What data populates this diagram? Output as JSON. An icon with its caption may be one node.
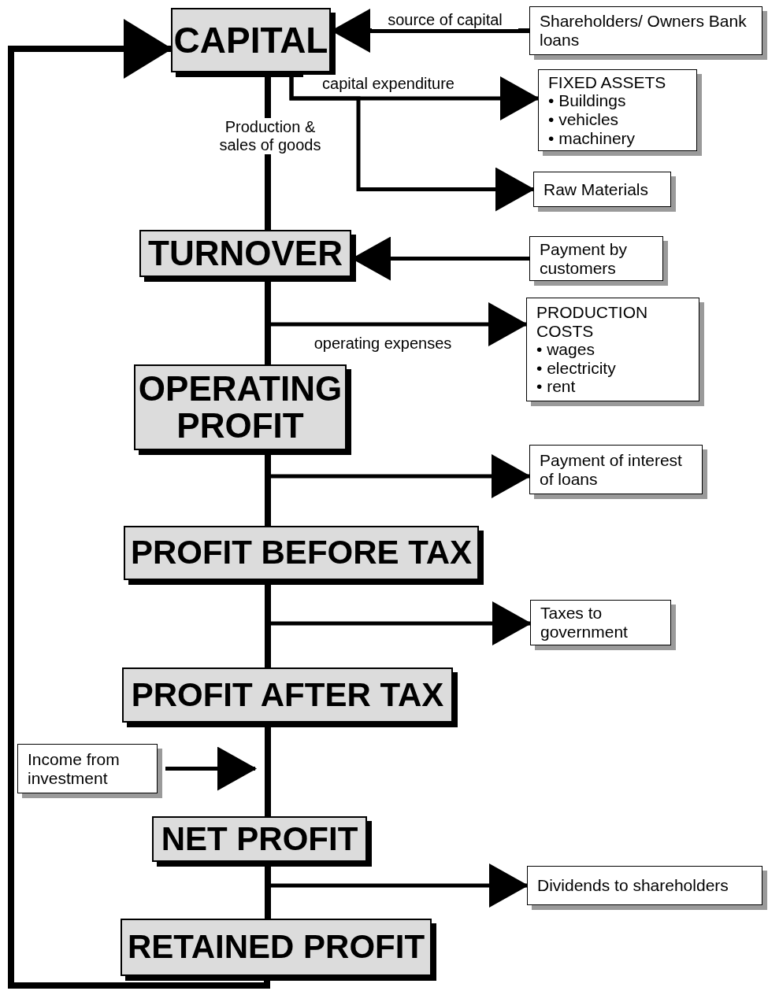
{
  "diagram": {
    "nodes": [
      {
        "text": [
          "CAPITAL"
        ]
      },
      {
        "text": [
          "Shareholders/ Owners Bank loans"
        ]
      },
      {
        "text": [
          "FIXED ASSETS",
          "• Buildings",
          "• vehicles",
          "• machinery"
        ]
      },
      {
        "text": [
          "Raw Materials"
        ]
      },
      {
        "text": [
          "TURNOVER"
        ]
      },
      {
        "text": [
          "Payment by customers"
        ]
      },
      {
        "text": [
          "PRODUCTION COSTS",
          "• wages",
          "• electricity",
          "• rent"
        ]
      },
      {
        "text": [
          "OPERATING PROFIT"
        ]
      },
      {
        "text": [
          "Payment of interest of loans"
        ]
      },
      {
        "text": [
          "PROFIT BEFORE TAX"
        ]
      },
      {
        "text": [
          "Taxes to government"
        ]
      },
      {
        "text": [
          "PROFIT AFTER TAX"
        ]
      },
      {
        "text": [
          "Income from investment"
        ]
      },
      {
        "text": [
          "NET PROFIT"
        ]
      },
      {
        "text": [
          "Dividends to shareholders"
        ]
      },
      {
        "text": [
          "RETAINED PROFIT"
        ]
      }
    ],
    "edges": [
      {
        "from": 1,
        "to": 0,
        "arrow": "to",
        "label": "source of capital"
      },
      {
        "from": 0,
        "to": 2,
        "arrow": "to",
        "label": "capital expenditure"
      },
      {
        "from": 0,
        "to": 3,
        "arrow": "to"
      },
      {
        "from": 0,
        "to": 4,
        "arrow": "none",
        "label": "Production & sales of goods"
      },
      {
        "from": 5,
        "to": 4,
        "arrow": "to"
      },
      {
        "from": 4,
        "to": 6,
        "arrow": "to",
        "label": "operating expenses"
      },
      {
        "from": 4,
        "to": 7,
        "arrow": "none"
      },
      {
        "from": 7,
        "to": 8,
        "arrow": "to"
      },
      {
        "from": 7,
        "to": 9,
        "arrow": "none"
      },
      {
        "from": 9,
        "to": 10,
        "arrow": "to"
      },
      {
        "from": 9,
        "to": 11,
        "arrow": "none"
      },
      {
        "from": 12,
        "to": null,
        "arrow": "to"
      },
      {
        "from": 11,
        "to": 13,
        "arrow": "none"
      },
      {
        "from": 13,
        "to": 14,
        "arrow": "to"
      },
      {
        "from": 13,
        "to": 15,
        "arrow": "none"
      },
      {
        "from": 15,
        "to": 0,
        "arrow": "to"
      }
    ]
  }
}
